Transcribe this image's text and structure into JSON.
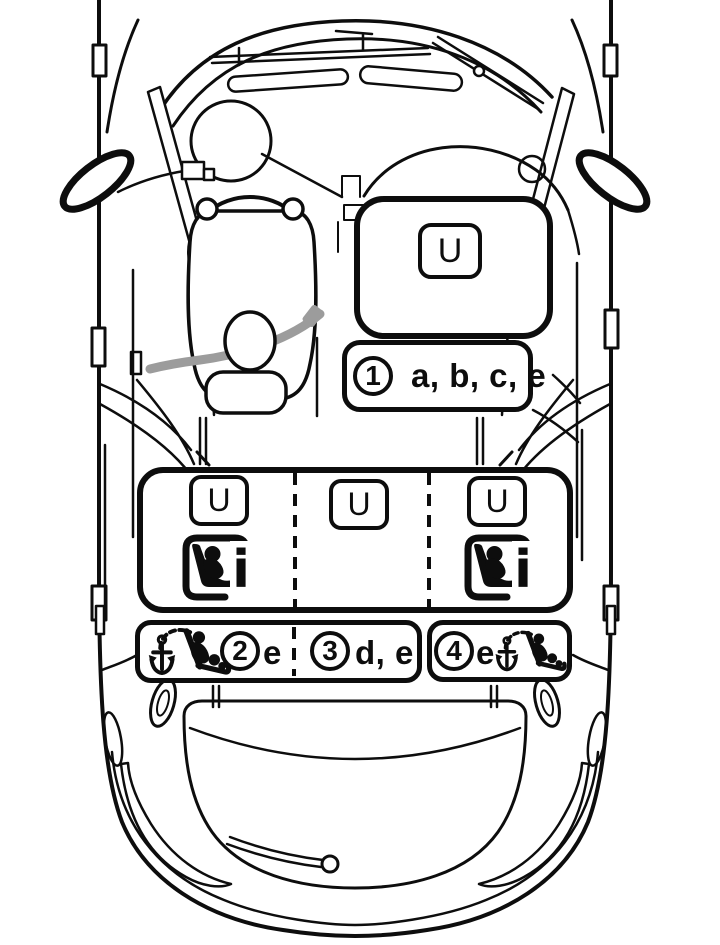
{
  "colors": {
    "line": "#0d0d0d",
    "seat_belt": "#9c9c9c",
    "background": "#ffffff"
  },
  "front_passenger_position": {
    "usage_code": "U",
    "footnote": {
      "number": "1",
      "codes": "a, b, c, e"
    }
  },
  "rear_positions": {
    "left": {
      "usage_code": "U",
      "isize_label": "i"
    },
    "center": {
      "usage_code": "U"
    },
    "right": {
      "usage_code": "U",
      "isize_label": "i"
    }
  },
  "rear_footnotes": {
    "left": {
      "number": "2",
      "codes": "e"
    },
    "center": {
      "number": "3",
      "codes": "d, e"
    },
    "right": {
      "number": "4",
      "codes": "e"
    }
  }
}
